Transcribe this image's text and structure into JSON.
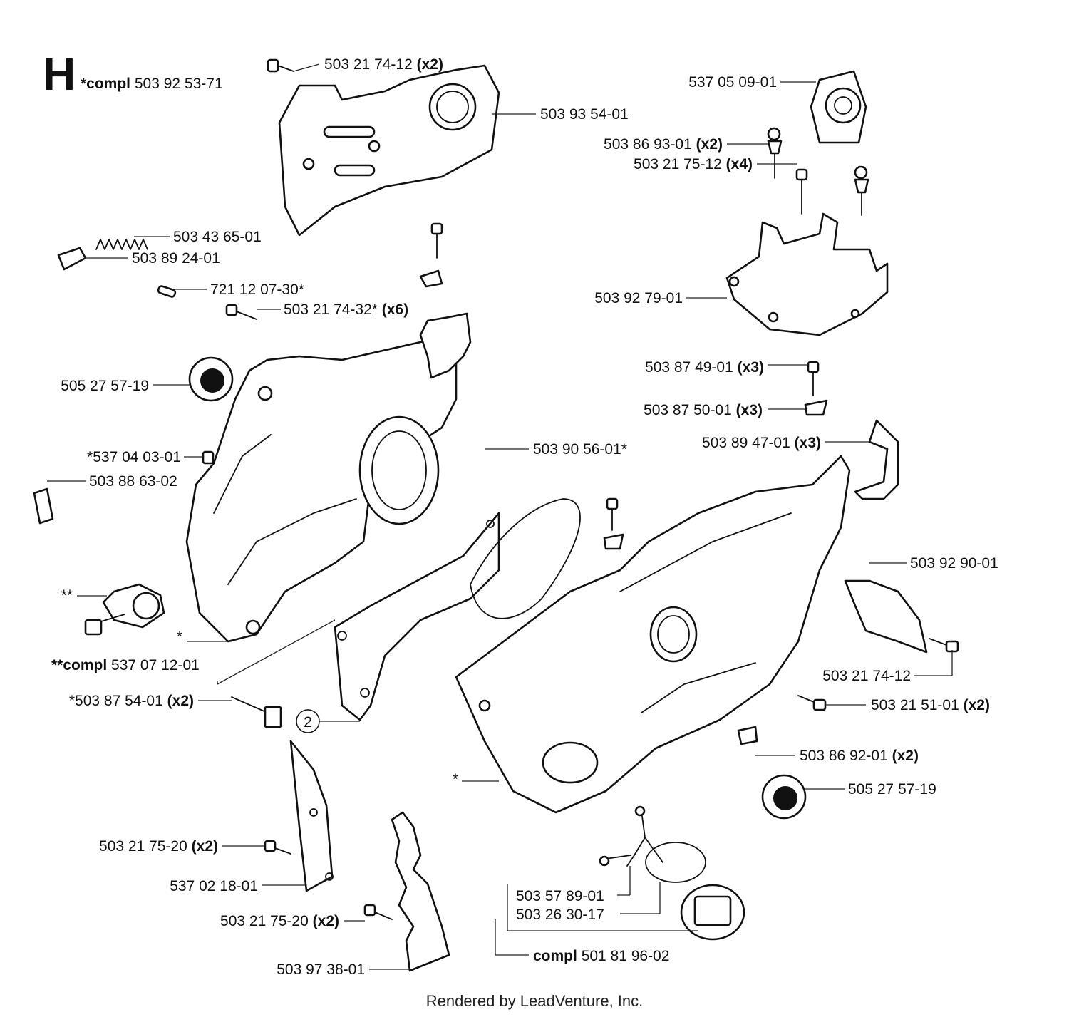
{
  "section": {
    "letter": "H",
    "compl_prefix": "*compl",
    "compl_number": "503 92 53-71"
  },
  "callouts": [
    {
      "id": "c01",
      "text": "503 21 74-12",
      "qty": "(x2)"
    },
    {
      "id": "c02",
      "text": "503 93 54-01",
      "qty": ""
    },
    {
      "id": "c03",
      "text": "537 05 09-01",
      "qty": ""
    },
    {
      "id": "c04",
      "text": "503 86 93-01",
      "qty": "(x2)"
    },
    {
      "id": "c05",
      "text": "503 21 75-12",
      "qty": "(x4)"
    },
    {
      "id": "c06",
      "text": "503 43 65-01",
      "qty": ""
    },
    {
      "id": "c07",
      "text": "503 89 24-01",
      "qty": ""
    },
    {
      "id": "c08",
      "text": "721 12 07-30*",
      "qty": ""
    },
    {
      "id": "c09",
      "text": "503 21 74-32*",
      "qty": "(x6)"
    },
    {
      "id": "c10",
      "text": "503 92 79-01",
      "qty": ""
    },
    {
      "id": "c11",
      "text": "505 27 57-19",
      "qty": ""
    },
    {
      "id": "c12",
      "text": "503 87 49-01",
      "qty": "(x3)"
    },
    {
      "id": "c13",
      "text": "503 87 50-01",
      "qty": "(x3)"
    },
    {
      "id": "c14",
      "text": "*537 04 03-01",
      "qty": ""
    },
    {
      "id": "c15",
      "text": "503 90 56-01*",
      "qty": ""
    },
    {
      "id": "c16",
      "text": "503 89 47-01",
      "qty": "(x3)"
    },
    {
      "id": "c17",
      "text": "503 88 63-02",
      "qty": ""
    },
    {
      "id": "c18",
      "text": "503 92 90-01",
      "qty": ""
    },
    {
      "id": "c19",
      "text": "**",
      "qty": ""
    },
    {
      "id": "c20",
      "text": "*",
      "qty": ""
    },
    {
      "id": "c21",
      "text": "503 21 74-12",
      "qty": ""
    },
    {
      "id": "c22",
      "text": "503 21 51-01",
      "qty": "(x2)"
    },
    {
      "id": "c23",
      "text": "*503 87 54-01",
      "qty": "(x2)"
    },
    {
      "id": "c24",
      "text": "503 86 92-01",
      "qty": "(x2)"
    },
    {
      "id": "c25",
      "text": "505 27 57-19",
      "qty": ""
    },
    {
      "id": "c26",
      "text": "*",
      "qty": ""
    },
    {
      "id": "c27",
      "text": "503 21 75-20",
      "qty": "(x2)"
    },
    {
      "id": "c28",
      "text": "537 02 18-01",
      "qty": ""
    },
    {
      "id": "c29",
      "text": "503 57 89-01",
      "qty": ""
    },
    {
      "id": "c30",
      "text": "503 26 30-17",
      "qty": ""
    },
    {
      "id": "c31",
      "text": "503 21 75-20",
      "qty": "(x2)"
    },
    {
      "id": "c32",
      "text": "503 97 38-01",
      "qty": ""
    }
  ],
  "compl_bottom": {
    "prefix": "compl",
    "number": "501 81 96-02"
  },
  "compl_chain": {
    "prefix": "**compl",
    "number": "537 07 12-01"
  },
  "circle_ref": "2",
  "footer": "Rendered by LeadVenture, Inc."
}
